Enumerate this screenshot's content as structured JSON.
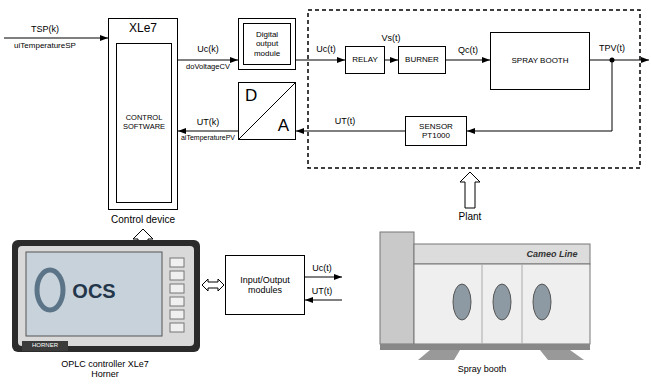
{
  "diagram": {
    "nodes": [
      {
        "text": [
          "XLe7"
        ]
      },
      {
        "text": [
          "CONTROL SOFTWARE"
        ],
        "in": 0
      },
      {
        "text": [
          "Digital output module"
        ]
      },
      {
        "text": [
          "D",
          "A"
        ]
      },
      {
        "text": [
          "RELAY"
        ]
      },
      {
        "text": [
          "BURNER"
        ]
      },
      {
        "text": [
          "SPRAY BOOTH"
        ]
      },
      {
        "text": [
          "SENSOR PT1000"
        ]
      },
      {
        "text": [
          "Input/Output modules"
        ]
      }
    ],
    "edges": [
      {
        "from": 0,
        "to": 2,
        "arrow": "to"
      },
      {
        "from": 2,
        "to": 4,
        "arrow": "to"
      },
      {
        "from": 4,
        "to": 5,
        "arrow": "to"
      },
      {
        "from": 5,
        "to": 6,
        "arrow": "to"
      },
      {
        "from": 6,
        "to": 7,
        "arrow": "to"
      },
      {
        "from": 7,
        "to": 3,
        "arrow": "to"
      },
      {
        "from": 3,
        "to": 0,
        "arrow": "to"
      }
    ],
    "labels": [
      "TSP(k)",
      "uiTemperatureSP",
      "Uc(k)",
      "doVoltageCV",
      "UT(k)",
      "aiTemperaturePV",
      "Uc(t)",
      "Vs(t)",
      "Qc(t)",
      "TPV(t)",
      "UT(t)",
      "Control device",
      "Plant",
      "OCS",
      "HORNER",
      "Cameo Line",
      "Uc(t)",
      "UT(t)",
      "OPLC controller XLe7 Horner",
      "Spray booth"
    ]
  }
}
